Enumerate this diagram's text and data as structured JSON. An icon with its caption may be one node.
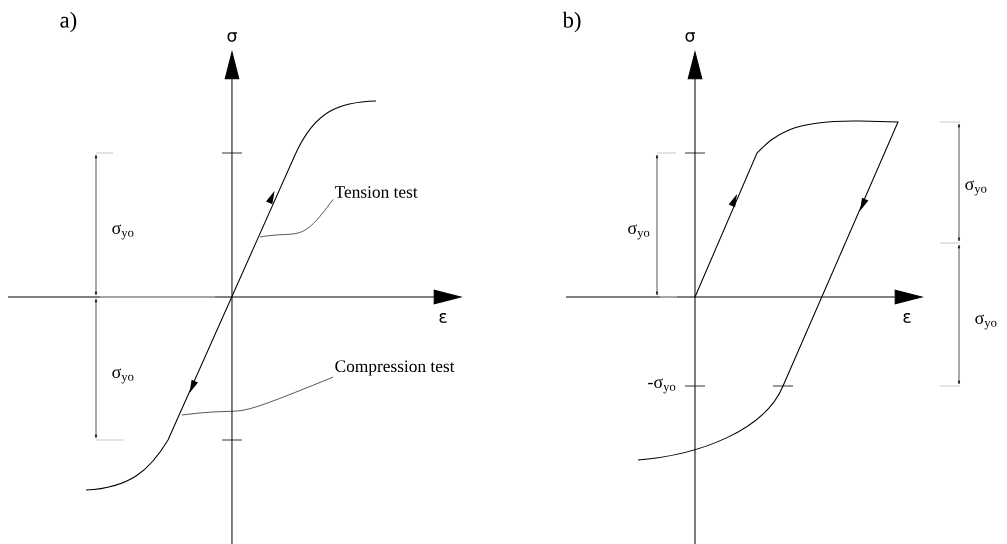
{
  "diagram": {
    "nodes": [
      {
        "text": [
          "Tension test"
        ]
      },
      {
        "text": [
          "Compression test"
        ]
      }
    ],
    "edges": [
      {
        "from": 0,
        "to": null,
        "arrow": "none"
      },
      {
        "from": 1,
        "to": null,
        "arrow": "none"
      }
    ],
    "labels": [
      "a)",
      "σ",
      "σ$_{yo}$",
      "ε",
      "σ$_{yo}$",
      "b)",
      "σ",
      "σ$_{yo}$",
      "σ$_{yo}$",
      "ε",
      "σ$_{yo}$",
      "-σ$_{yo}$"
    ]
  }
}
